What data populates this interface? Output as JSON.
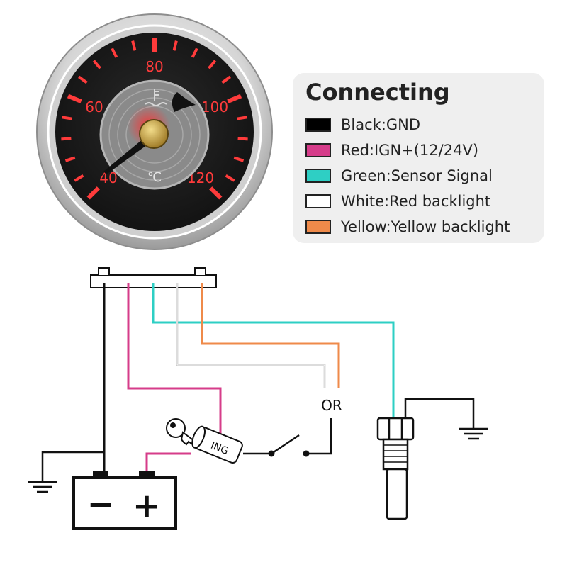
{
  "gauge": {
    "scale_labels": [
      "40",
      "60",
      "80",
      "100",
      "120"
    ],
    "unit": "℃",
    "colors": {
      "bezel": "#c8c8c8",
      "dial": "#1b1b1b",
      "marks": "#ff3b3b",
      "needle": "#111111",
      "hub": "#c9a436"
    }
  },
  "legend": {
    "title": "Connecting",
    "items": [
      {
        "label": "Black:GND",
        "color": "#000000"
      },
      {
        "label": "Red:IGN+(12/24V)",
        "color": "#d63c8a"
      },
      {
        "label": "Green:Sensor Signal",
        "color": "#2ecfc4"
      },
      {
        "label": "White:Red backlight",
        "color": "#ffffff"
      },
      {
        "label": "Yellow:Yellow backlight",
        "color": "#ef8a4a"
      }
    ]
  },
  "wiring": {
    "or_label": "OR",
    "ignition_label": "ING",
    "battery": {
      "minus": "−",
      "plus": "+"
    },
    "wire_colors": {
      "black": "#111111",
      "red": "#d63c8a",
      "green": "#2ecfc4",
      "white": "#cccccc",
      "yellow": "#ef8a4a"
    }
  }
}
